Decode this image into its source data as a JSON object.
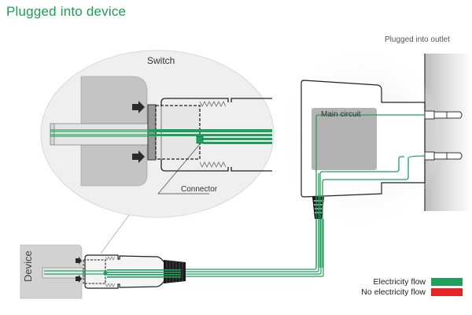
{
  "title": "Plugged into device",
  "labels": {
    "outlet": "Plugged into outlet",
    "switch": "Switch",
    "connector": "Connector",
    "main_circuit": "Main circuit",
    "device": "Device"
  },
  "legend": [
    {
      "label": "Electricity flow",
      "color": "#1ea05a"
    },
    {
      "label": "No electricity flow",
      "color": "#e42528"
    }
  ],
  "colors": {
    "title": "#1a9e54",
    "flow": "#1ea05a",
    "no_flow": "#e42528"
  }
}
